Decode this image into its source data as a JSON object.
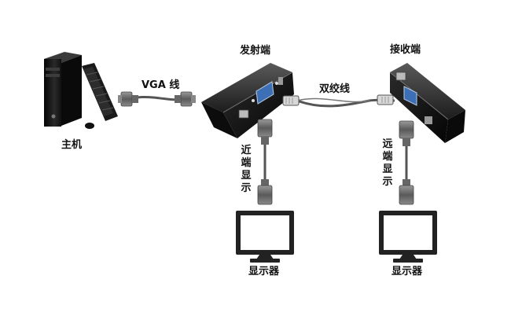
{
  "labels": {
    "host": "主机",
    "vga_cable": "VGA 线",
    "transmitter": "发射端",
    "twisted_pair": "双绞线",
    "receiver": "接收端",
    "near_display": "近端显示",
    "far_display": "远端显示",
    "monitor_left": "显示器",
    "monitor_right": "显示器"
  },
  "colors": {
    "device_body": "#1a1a1a",
    "device_highlight": "#4a4a4a",
    "cable": "#555555",
    "connector": "#777777",
    "vga_port": "#3d6fb6",
    "monitor_frame": "#222222",
    "monitor_screen": "#ffffff"
  }
}
